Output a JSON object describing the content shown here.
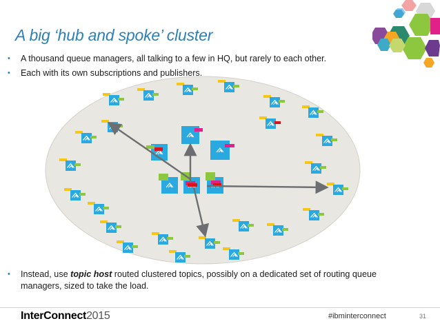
{
  "slide": {
    "title": "A big ‘hub and spoke’ cluster",
    "bullets": [
      "A thousand queue managers, all talking to a few in HQ, but rarely to each other.",
      "Each with its own subscriptions and publishers."
    ],
    "bottom_bullet": {
      "before": "Instead, use ",
      "emphasis": "topic host",
      "after": " routed clustered topics, possibly on a dedicated set of routing queue managers, sized to take the load."
    },
    "footer": {
      "brand_name": "InterConnect",
      "brand_year": "2015",
      "hashtag": "#ibminterconnect",
      "page_number": "31"
    }
  },
  "colors": {
    "title_blue": "#2c7fb8",
    "cluster_fill": "#e9e7e1",
    "qm_blue": "#29a9e0",
    "yellow": "#f5c518",
    "green": "#8dc63f",
    "magenta": "#e0218a",
    "red": "#d7141a",
    "arrow_gray": "#6d6e71"
  },
  "icons": [
    "queue-manager-icon",
    "hexagon-decoration"
  ]
}
